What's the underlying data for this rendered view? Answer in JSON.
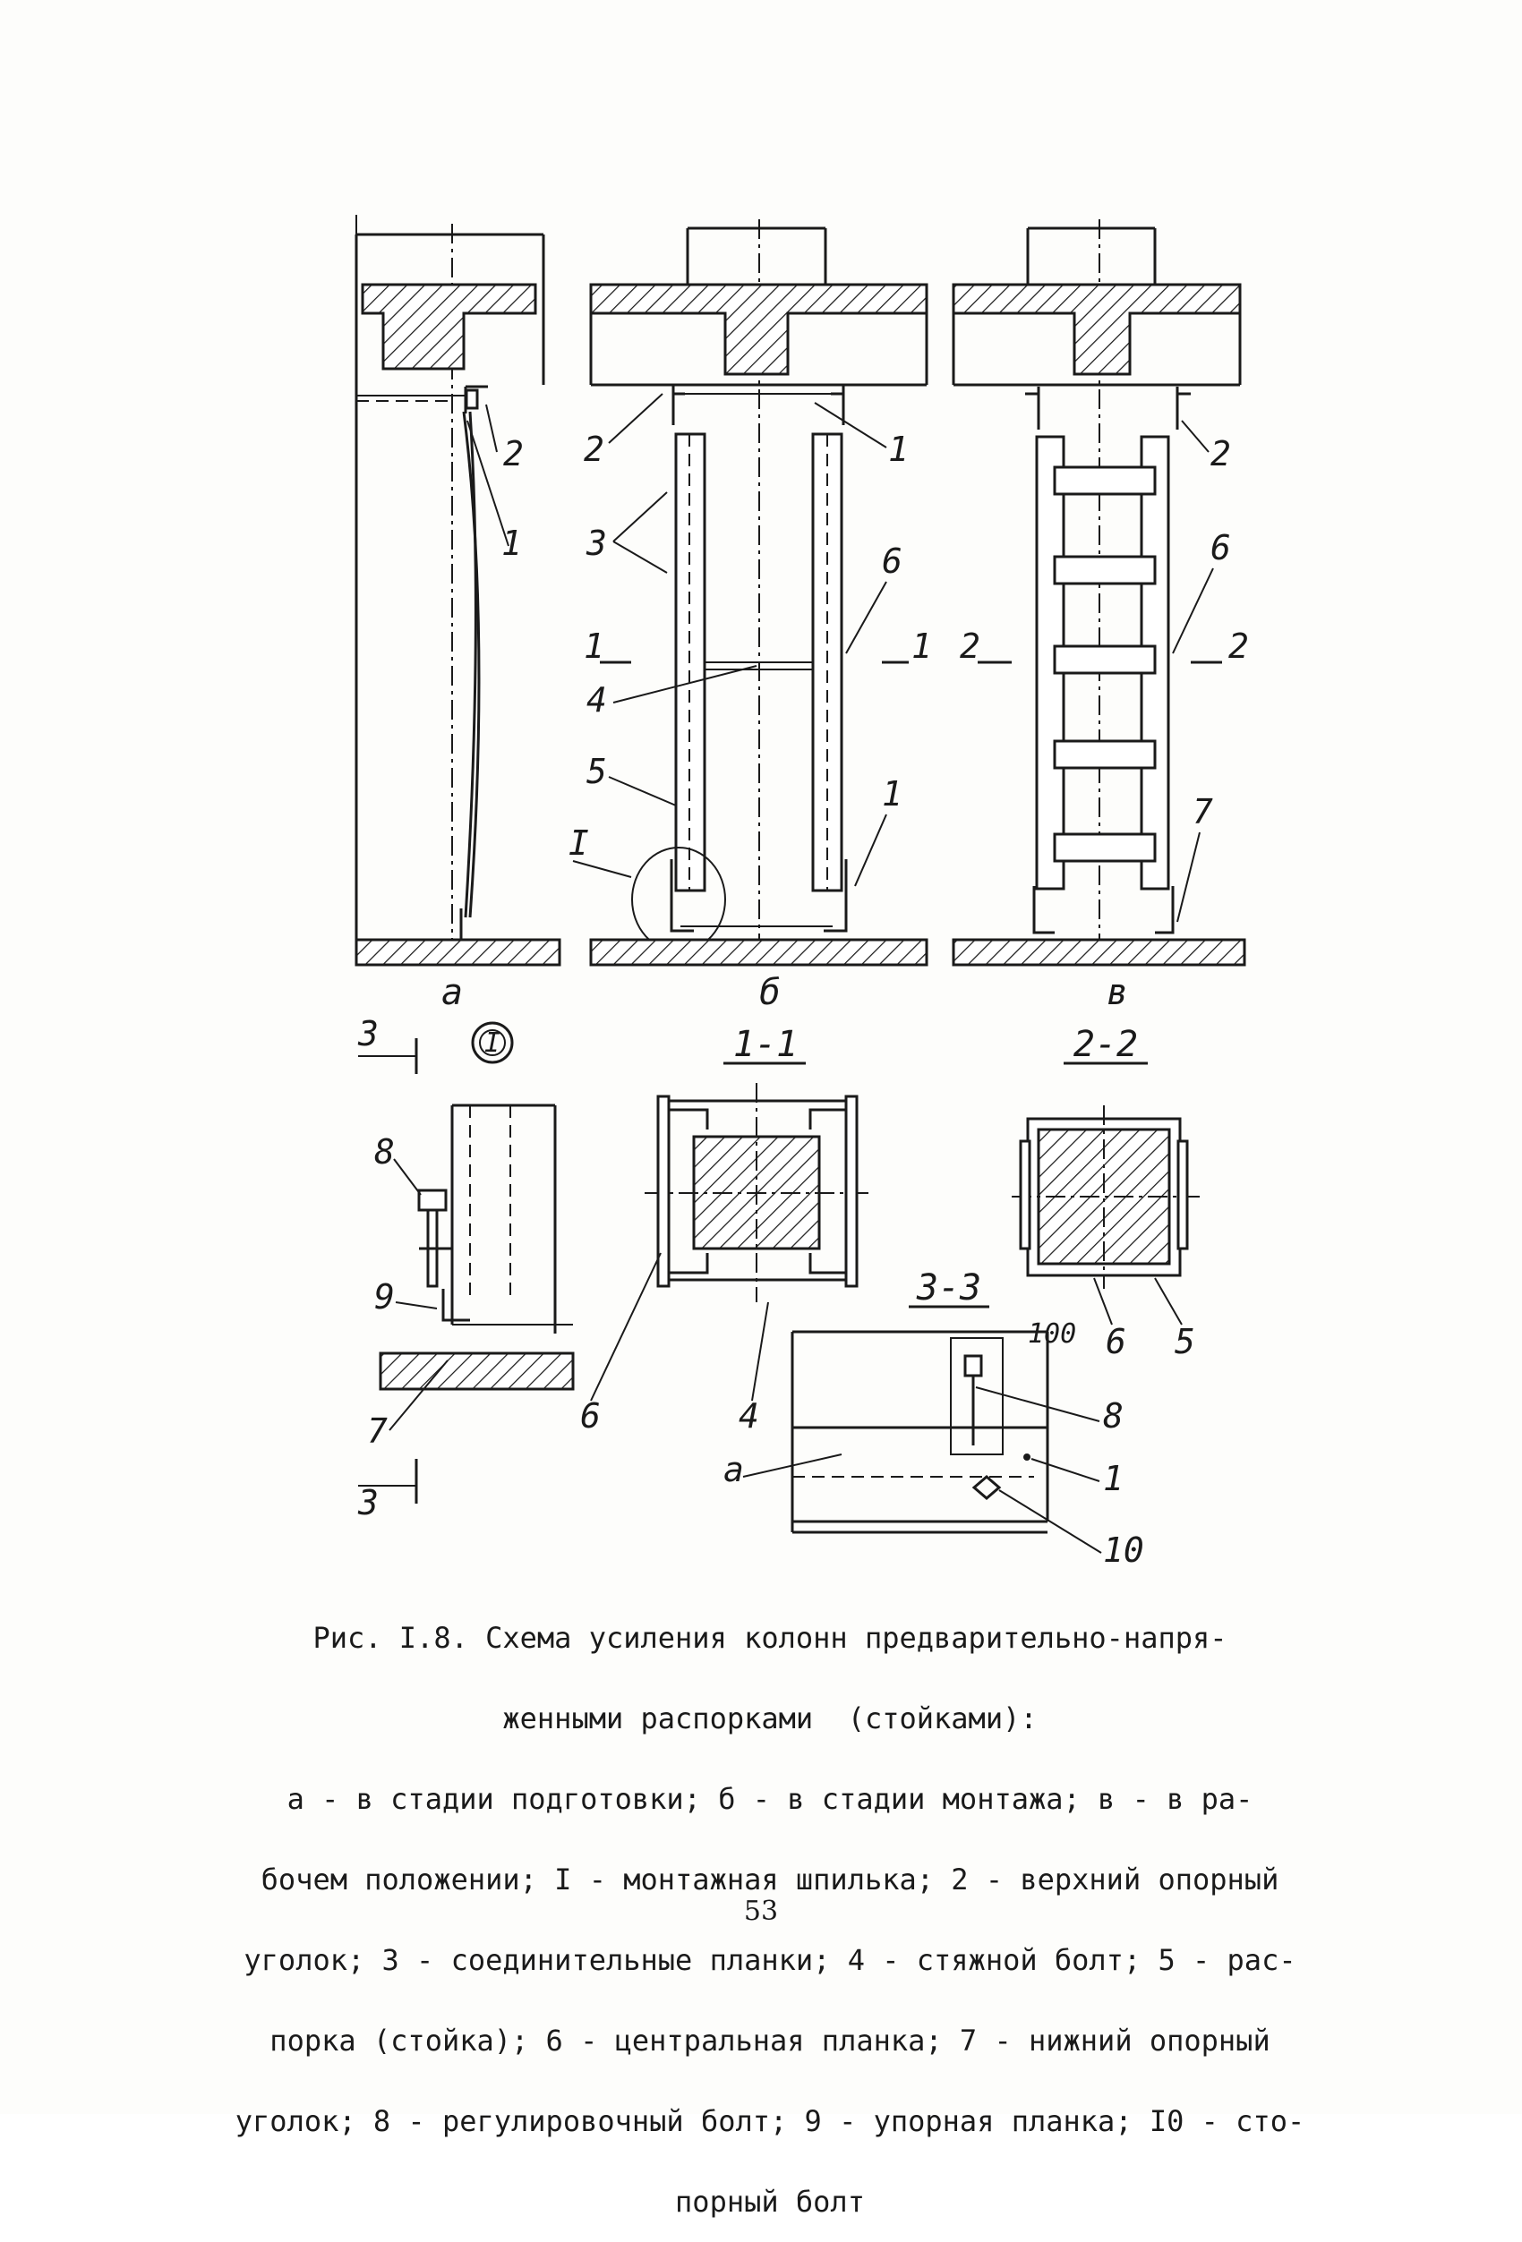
{
  "figure": {
    "views": {
      "a": "а",
      "b": "б",
      "c": "в"
    },
    "sections": {
      "s11": "1-1",
      "s22": "2-2",
      "s33": "3-3",
      "detail_mark": "I"
    },
    "markers": {
      "m1": "1",
      "m2": "2",
      "m3": "3"
    },
    "callouts": {
      "n1": "1",
      "n2": "2",
      "n3": "3",
      "n4": "4",
      "n5": "5",
      "n6": "6",
      "n7": "7",
      "n8": "8",
      "n9": "9",
      "n10": "10",
      "nI": "I",
      "dim100": "100",
      "a": "а"
    }
  },
  "caption": {
    "lines": [
      "Рис. I.8. Схема усиления колонн предварительно-напря-",
      "женными распорками  (стойками):",
      "а - в стадии подготовки; б - в стадии монтажа; в - в ра-",
      "бочем положении; I - монтажная шпилька; 2 - верхний опорный",
      "уголок; 3 - соединительные планки; 4 - стяжной болт; 5 - рас-",
      "порка (стойка); 6 - центральная планка; 7 - нижний опорный",
      "уголок; 8 - регулировочный болт; 9 - упорная планка; I0 - сто-",
      "порный болт"
    ]
  },
  "page_number": "53"
}
